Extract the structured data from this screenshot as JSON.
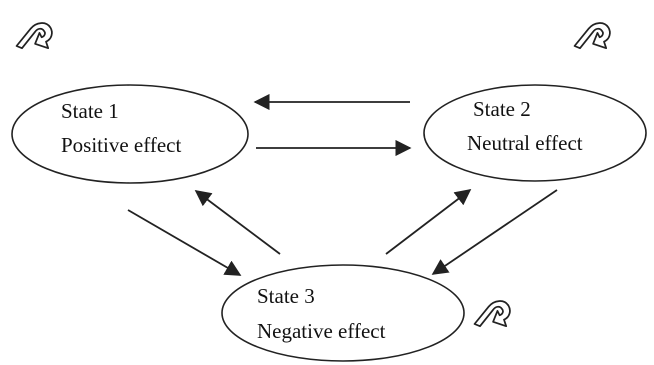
{
  "diagram": {
    "states": [
      {
        "id": "state-1",
        "title": "State 1",
        "subtitle": "Positive effect"
      },
      {
        "id": "state-2",
        "title": "State 2",
        "subtitle": "Neutral effect"
      },
      {
        "id": "state-3",
        "title": "State 3",
        "subtitle": "Negative effect"
      }
    ],
    "self_loop_icon": "curved-u-turn-arrow-icon",
    "transitions": [
      {
        "from": "State 2",
        "to": "State 1"
      },
      {
        "from": "State 1",
        "to": "State 2"
      },
      {
        "from": "State 1",
        "to": "State 3"
      },
      {
        "from": "State 3",
        "to": "State 1"
      },
      {
        "from": "State 3",
        "to": "State 2"
      },
      {
        "from": "State 2",
        "to": "State 3"
      },
      {
        "from": "State 1",
        "to": "State 1"
      },
      {
        "from": "State 2",
        "to": "State 2"
      },
      {
        "from": "State 3",
        "to": "State 3"
      }
    ],
    "colors": {
      "stroke": "#222222",
      "background": "#ffffff"
    }
  }
}
